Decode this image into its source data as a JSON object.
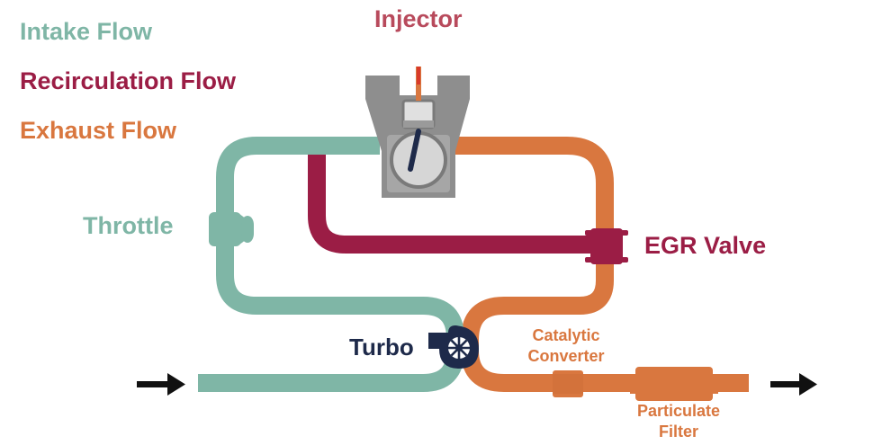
{
  "legend": {
    "intake": "Intake Flow",
    "recirculation": "Recirculation Flow",
    "exhaust": "Exhaust Flow"
  },
  "labels": {
    "injector": "Injector",
    "throttle": "Throttle",
    "egr_valve": "EGR Valve",
    "turbo": "Turbo",
    "catalytic_converter_line1": "Catalytic",
    "catalytic_converter_line2": "Converter",
    "particulate_filter_line1": "Particulate",
    "particulate_filter_line2": "Filter"
  },
  "colors": {
    "intake": "#7fb6a6",
    "recirculation": "#9b1d45",
    "exhaust": "#d9773f",
    "turbo": "#1e2a4a",
    "engine": "#8a8a8a",
    "injector_label": "#b84a5c",
    "arrow": "#111111"
  }
}
